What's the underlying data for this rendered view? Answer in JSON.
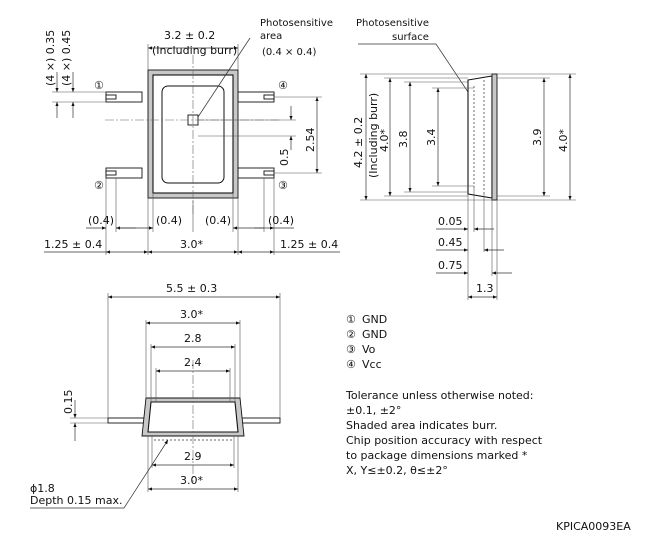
{
  "top_view": {
    "photosensitive_area_label": [
      "Photosensitive",
      "area",
      "(0.4 × 0.4)"
    ],
    "width_dim": "3.2 ± 0.2",
    "width_note": "(Including burr)",
    "lead_pitch_small_1": "(4 ×) 0.35",
    "lead_pitch_small_2": "(4 ×) 0.45",
    "vertical_254": "2.54",
    "vertical_05": "0.5",
    "gap_labels": [
      "(0.4)",
      "(0.4)",
      "(0.4)",
      "(0.4)"
    ],
    "bottom_left": "1.25 ± 0.4",
    "bottom_center": "3.0*",
    "bottom_right": "1.25 ± 0.4",
    "pins": [
      "①",
      "②",
      "③",
      "④"
    ]
  },
  "side_view": {
    "photosensitive_surface_label": [
      "Photosensitive",
      "surface"
    ],
    "height_main": "4.2 ± 0.2",
    "height_note": "(Including burr)",
    "height_star": "4.0*",
    "dim_38": "3.8",
    "dim_34": "3.4",
    "dim_39": "3.9",
    "dim_40r": "4.0*",
    "h_dims": [
      "0.05",
      "0.45",
      "0.75",
      "1.3"
    ]
  },
  "front_view": {
    "dims_top": [
      "5.5 ± 0.3",
      "3.0*",
      "2.8",
      "2.4"
    ],
    "dim_015": "0.15",
    "dims_bottom": [
      "2.9",
      "3.0*"
    ],
    "hole_label": [
      "ϕ1.8",
      "Depth 0.15 max."
    ]
  },
  "pin_legend": [
    {
      "num": "①",
      "name": "GND"
    },
    {
      "num": "②",
      "name": "GND"
    },
    {
      "num": "③",
      "name": "Vo"
    },
    {
      "num": "④",
      "name": "Vcc"
    }
  ],
  "notes": [
    "Tolerance unless otherwise noted:",
    "±0.1, ±2°",
    "Shaded area indicates burr.",
    "Chip position accuracy with respect",
    "to package dimensions marked *",
    "X, Y≤±0.2, θ≤±2°"
  ],
  "drawing_code": "KPICA0093EA"
}
